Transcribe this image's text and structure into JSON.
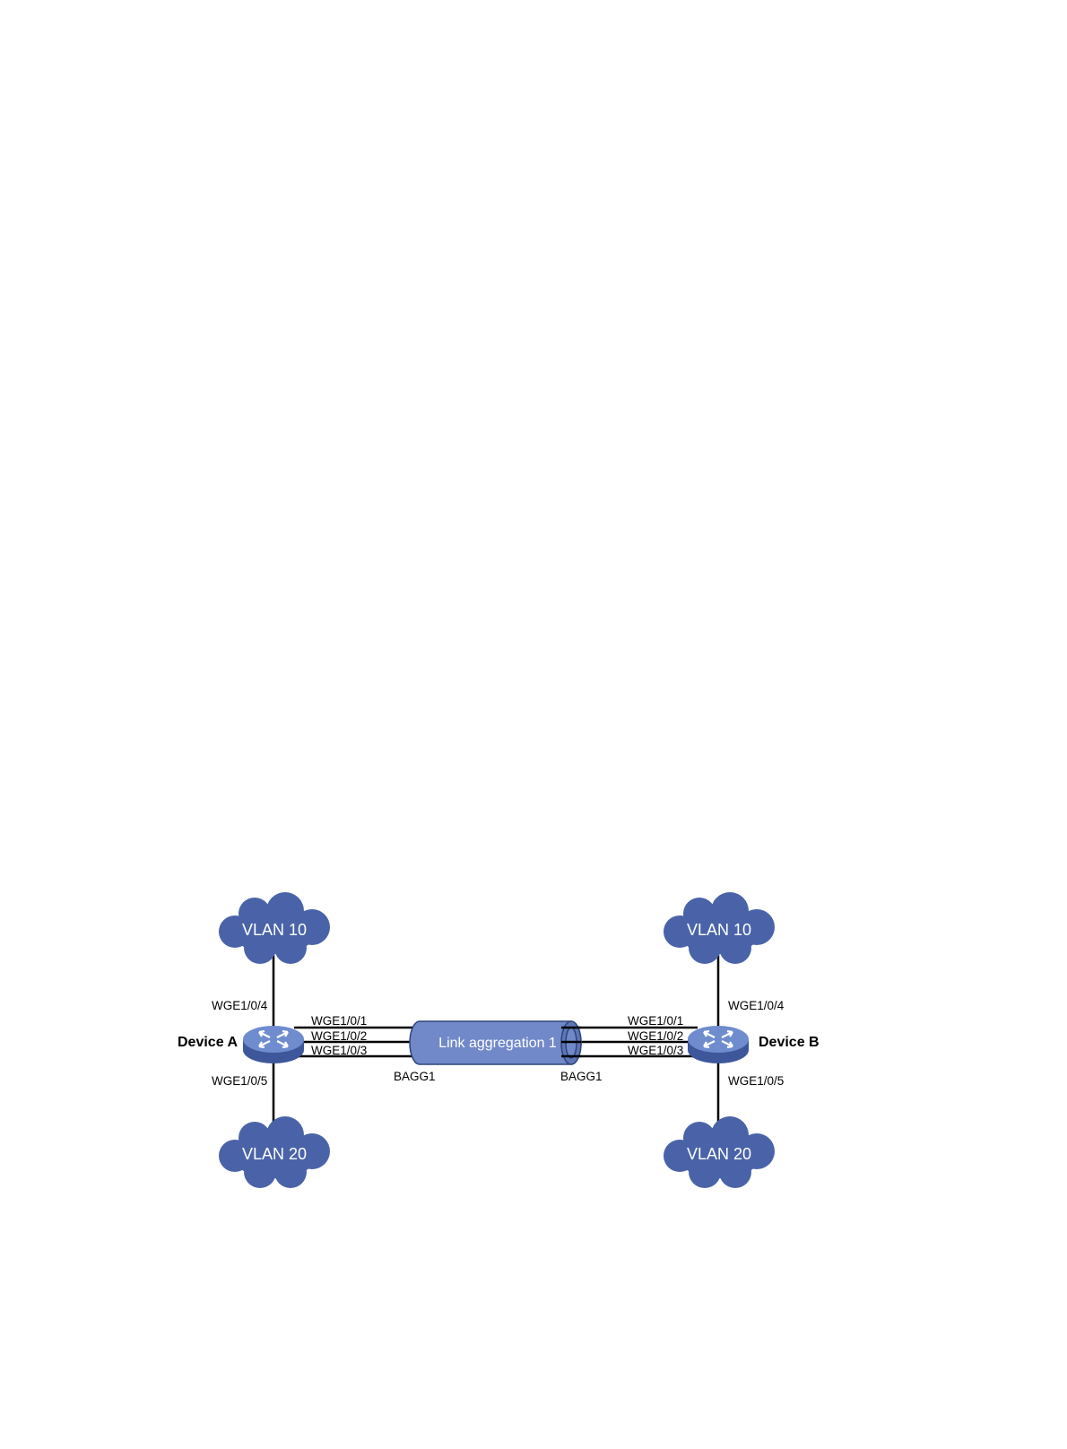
{
  "colors": {
    "cloud": "#4a63a8",
    "switch_top": "#6f8ccf",
    "switch_side": "#3e579a",
    "tube_body": "#7189c9",
    "tube_edge": "#2f4579"
  },
  "clouds": {
    "a_top": "VLAN 10",
    "a_bottom": "VLAN 20",
    "b_top": "VLAN 10",
    "b_bottom": "VLAN 20"
  },
  "devices": {
    "a": {
      "name": "Device A",
      "port_up": "WGE1/0/4",
      "port_down": "WGE1/0/5"
    },
    "b": {
      "name": "Device B",
      "port_up": "WGE1/0/4",
      "port_down": "WGE1/0/5"
    }
  },
  "aggregation": {
    "label": "Link aggregation 1",
    "a_bagg": "BAGG1",
    "b_bagg": "BAGG1",
    "a_ports": [
      "WGE1/0/1",
      "WGE1/0/2",
      "WGE1/0/3"
    ],
    "b_ports": [
      "WGE1/0/1",
      "WGE1/0/2",
      "WGE1/0/3"
    ]
  },
  "icons": {
    "cloud": "cloud-icon",
    "switch": "switch-icon",
    "tube": "link-aggregation-tube-icon"
  }
}
